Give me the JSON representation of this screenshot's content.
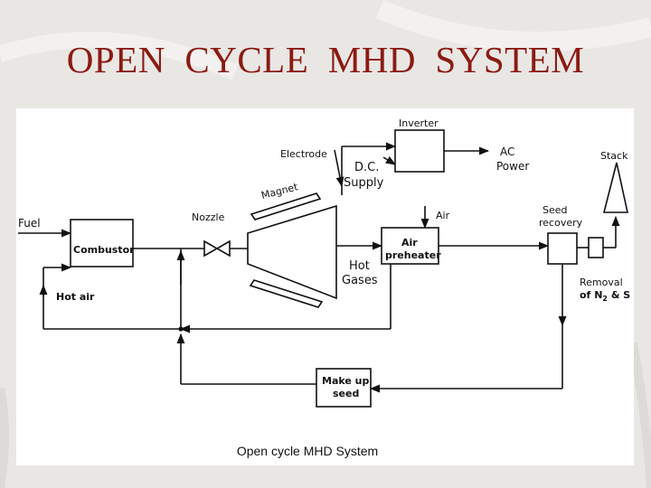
{
  "slide": {
    "title": "OPEN  CYCLE  MHD  SYSTEM",
    "title_color": "#8b1a12",
    "background_color": "#e9e7e4"
  },
  "diagram": {
    "labels": {
      "fuel": "Fuel",
      "combustor": "Combustor",
      "hot_air": "Hot air",
      "nozzle": "Nozzle",
      "magnet": "Magnet",
      "electrode": "Electrode",
      "dc_supply_1": "D.C.",
      "dc_supply_2": "Supply",
      "inverter": "Inverter",
      "ac_power_1": "AC",
      "ac_power_2": "Power",
      "stack": "Stack",
      "air": "Air",
      "air_preheater_1": "Air",
      "air_preheater_2": "preheater",
      "hot_gases_1": "Hot",
      "hot_gases_2": "Gases",
      "seed_recovery_1": "Seed",
      "seed_recovery_2": "recovery",
      "removal_1": "Removal",
      "removal_2": "of",
      "removal_3": "N",
      "removal_4": "2",
      "removal_5": " & S",
      "makeup_seed_1": "Make  up",
      "makeup_seed_2": "seed"
    },
    "caption": "Open cycle  MHD  System"
  }
}
